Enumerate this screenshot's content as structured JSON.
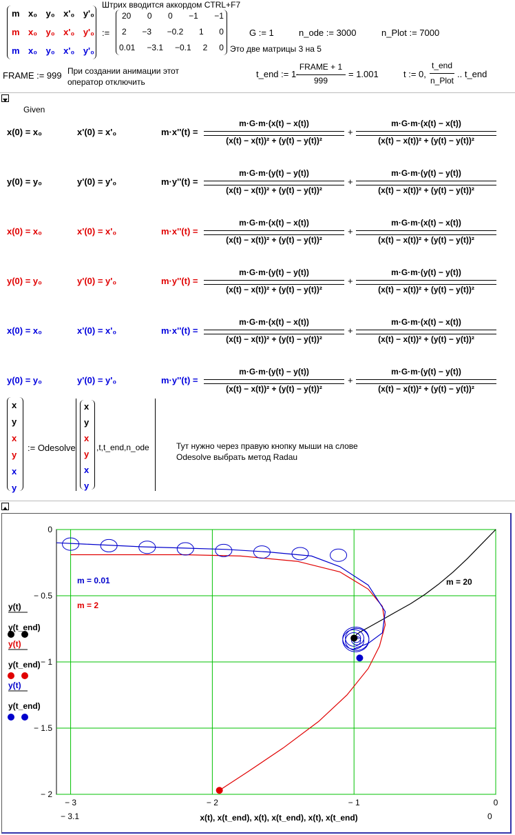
{
  "top": {
    "note_ctrl": "Штрих вводится аккордом CTRL+F7",
    "lhs_rows": [
      [
        "m",
        "x₀",
        "y₀",
        "x'₀",
        "y'₀"
      ],
      [
        "m",
        "x₀",
        "y₀",
        "x'₀",
        "y'₀"
      ],
      [
        "m",
        "x₀",
        "y₀",
        "x'₀",
        "y'₀"
      ]
    ],
    "assign": ":=",
    "rhs_rows": [
      [
        "20",
        "0",
        "0",
        "−1",
        "−1"
      ],
      [
        "2",
        "−3",
        "−0.2",
        "1",
        "0"
      ],
      [
        "0.01",
        "−3.1",
        "−0.1",
        "2",
        "0"
      ]
    ],
    "g_def": "G := 1",
    "n_ode_def": "n_ode := 3000",
    "n_plot_def": "n_Plot := 7000",
    "note_matrices": "Это две матрицы 3 на 5",
    "frame_def": "FRAME := 999",
    "note_anim_1": "При создании анимации этот",
    "note_anim_2": "оператор отключить",
    "tend_lhs": "t_end := 1·",
    "tend_num": "FRAME + 1",
    "tend_den": "999",
    "tend_val": "= 1.001",
    "t_def": "t := 0,",
    "t_num": "t_end",
    "t_den": "n_Plot",
    "t_tail": ".. t_end"
  },
  "given": "Given",
  "eq_rows": [
    {
      "ic1": "x(0) = x₀",
      "ic2": "x'(0) = x'₀",
      "lhs": "m·x''(t) =",
      "n1": "m·G·m·(x(t) − x(t))",
      "n2": "m·G·m·(x(t) − x(t))"
    },
    {
      "ic1": "y(0) = y₀",
      "ic2": "y'(0) = y'₀",
      "lhs": "m·y''(t) =",
      "n1": "m·G·m·(y(t) − y(t))",
      "n2": "m·G·m·(y(t) − y(t))"
    },
    {
      "ic1": "x(0) = x₀",
      "ic2": "x'(0) = x'₀",
      "lhs": "m·x''(t) =",
      "n1": "m·G·m·(x(t) − x(t))",
      "n2": "m·G·m·(x(t) − x(t))"
    },
    {
      "ic1": "y(0) = y₀",
      "ic2": "y'(0) = y'₀",
      "lhs": "m·y''(t) =",
      "n1": "m·G·m·(y(t) − y(t))",
      "n2": "m·G·m·(y(t) − y(t))"
    },
    {
      "ic1": "x(0) = x₀",
      "ic2": "x'(0) = x'₀",
      "lhs": "m·x''(t) =",
      "n1": "m·G·m·(x(t) − x(t))",
      "n2": "m·G·m·(x(t) − x(t))"
    },
    {
      "ic1": "y(0) = y₀",
      "ic2": "y'(0) = y'₀",
      "lhs": "m·y''(t) =",
      "n1": "m·G·m·(y(t) − y(t))",
      "n2": "m·G·m·(y(t) − y(t))"
    }
  ],
  "den_text": "(x(t) − x(t))² + (y(t) − y(t))²",
  "plus": "+",
  "odesolve": {
    "vec": [
      "x",
      "y",
      "x",
      "y",
      "x",
      "y"
    ],
    "assign": ":= Odesolve",
    "args": ",t,t_end,n_ode",
    "note1": "Тут нужно через правую кнопку мыши на слове",
    "note2": "Odesolve выбрать метод Radau"
  },
  "chart_data": {
    "type": "line",
    "xlim": [
      -3.1,
      0
    ],
    "ylim": [
      -2,
      0
    ],
    "x_ticks": [
      "-3",
      "-2",
      "-1",
      "0"
    ],
    "y_ticks": [
      "0",
      "-0.5",
      "-1",
      "-1.5",
      "-2"
    ],
    "x_min_label": "− 3.1",
    "x_max_label": "0",
    "xlabel": "x(t), x(t_end), x(t), x(t_end), x(t), x(t_end)",
    "legend_labels": [
      "y(t)",
      "y(t_end)",
      "y(t)",
      "y(t_end)",
      "y(t)",
      "y(t_end)"
    ],
    "annotations": [
      "m = 0.01",
      "m = 2",
      "m = 20"
    ],
    "colors": {
      "black": "#000000",
      "red": "#e00000",
      "blue": "#0000cc",
      "grid": "#00c000"
    },
    "grid": true,
    "series": [
      {
        "color": "black",
        "x": [
          0,
          -0.1,
          -0.2,
          -0.3,
          -0.4,
          -0.5,
          -0.6,
          -0.7,
          -0.8,
          -0.9,
          -0.95,
          -0.98,
          -1.0
        ],
        "y": [
          0,
          -0.11,
          -0.22,
          -0.32,
          -0.41,
          -0.49,
          -0.56,
          -0.62,
          -0.68,
          -0.74,
          -0.77,
          -0.79,
          -0.82
        ]
      },
      {
        "color": "red",
        "x": [
          -3.0,
          -2.6,
          -2.2,
          -1.8,
          -1.4,
          -1.1,
          -0.9,
          -0.8,
          -0.78,
          -0.82,
          -0.9,
          -1.05,
          -1.25,
          -1.5,
          -1.75,
          -1.95
        ],
        "y": [
          -0.19,
          -0.19,
          -0.19,
          -0.2,
          -0.24,
          -0.32,
          -0.45,
          -0.58,
          -0.72,
          -0.88,
          -1.05,
          -1.25,
          -1.45,
          -1.65,
          -1.83,
          -1.97
        ]
      },
      {
        "color": "blue",
        "x": [
          -3.1,
          -2.9,
          -2.7,
          -2.5,
          -2.2,
          -1.9,
          -1.6,
          -1.3,
          -1.1,
          -0.9,
          -0.78,
          -0.8,
          -0.9,
          -1.0
        ],
        "y": [
          -0.1,
          -0.11,
          -0.12,
          -0.13,
          -0.14,
          -0.15,
          -0.17,
          -0.2,
          -0.28,
          -0.42,
          -0.62,
          -0.78,
          -0.86,
          -0.9
        ]
      }
    ],
    "markers": [
      {
        "color": "black",
        "x": -1.0,
        "y": -0.82
      },
      {
        "color": "red",
        "x": -1.95,
        "y": -1.97
      },
      {
        "color": "blue",
        "x": -0.96,
        "y": -0.97
      }
    ]
  }
}
